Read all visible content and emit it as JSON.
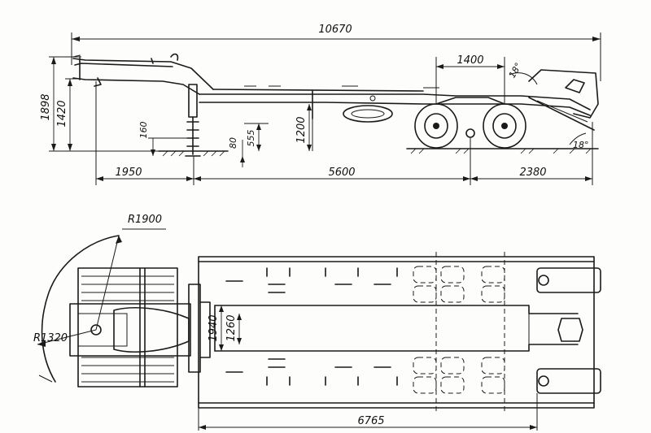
{
  "side_view": {
    "overall_length": "10670",
    "axle_spacing": "1400",
    "tail_angle": "18°",
    "ramp_angle": "18°",
    "overall_height": "1898",
    "gooseneck_height": "1420",
    "support_lift": "160",
    "support_clearance": "80",
    "deck_clearance": "555",
    "deck_height": "1200",
    "front_overhang": "1950",
    "wheelbase": "5600",
    "rear_overhang": "2380"
  },
  "top_view": {
    "turn_radius_outer": "R1900",
    "turn_radius_inner": "R1320",
    "inner_width": "1940",
    "track_gap": "1260",
    "platform_length": "6765"
  }
}
